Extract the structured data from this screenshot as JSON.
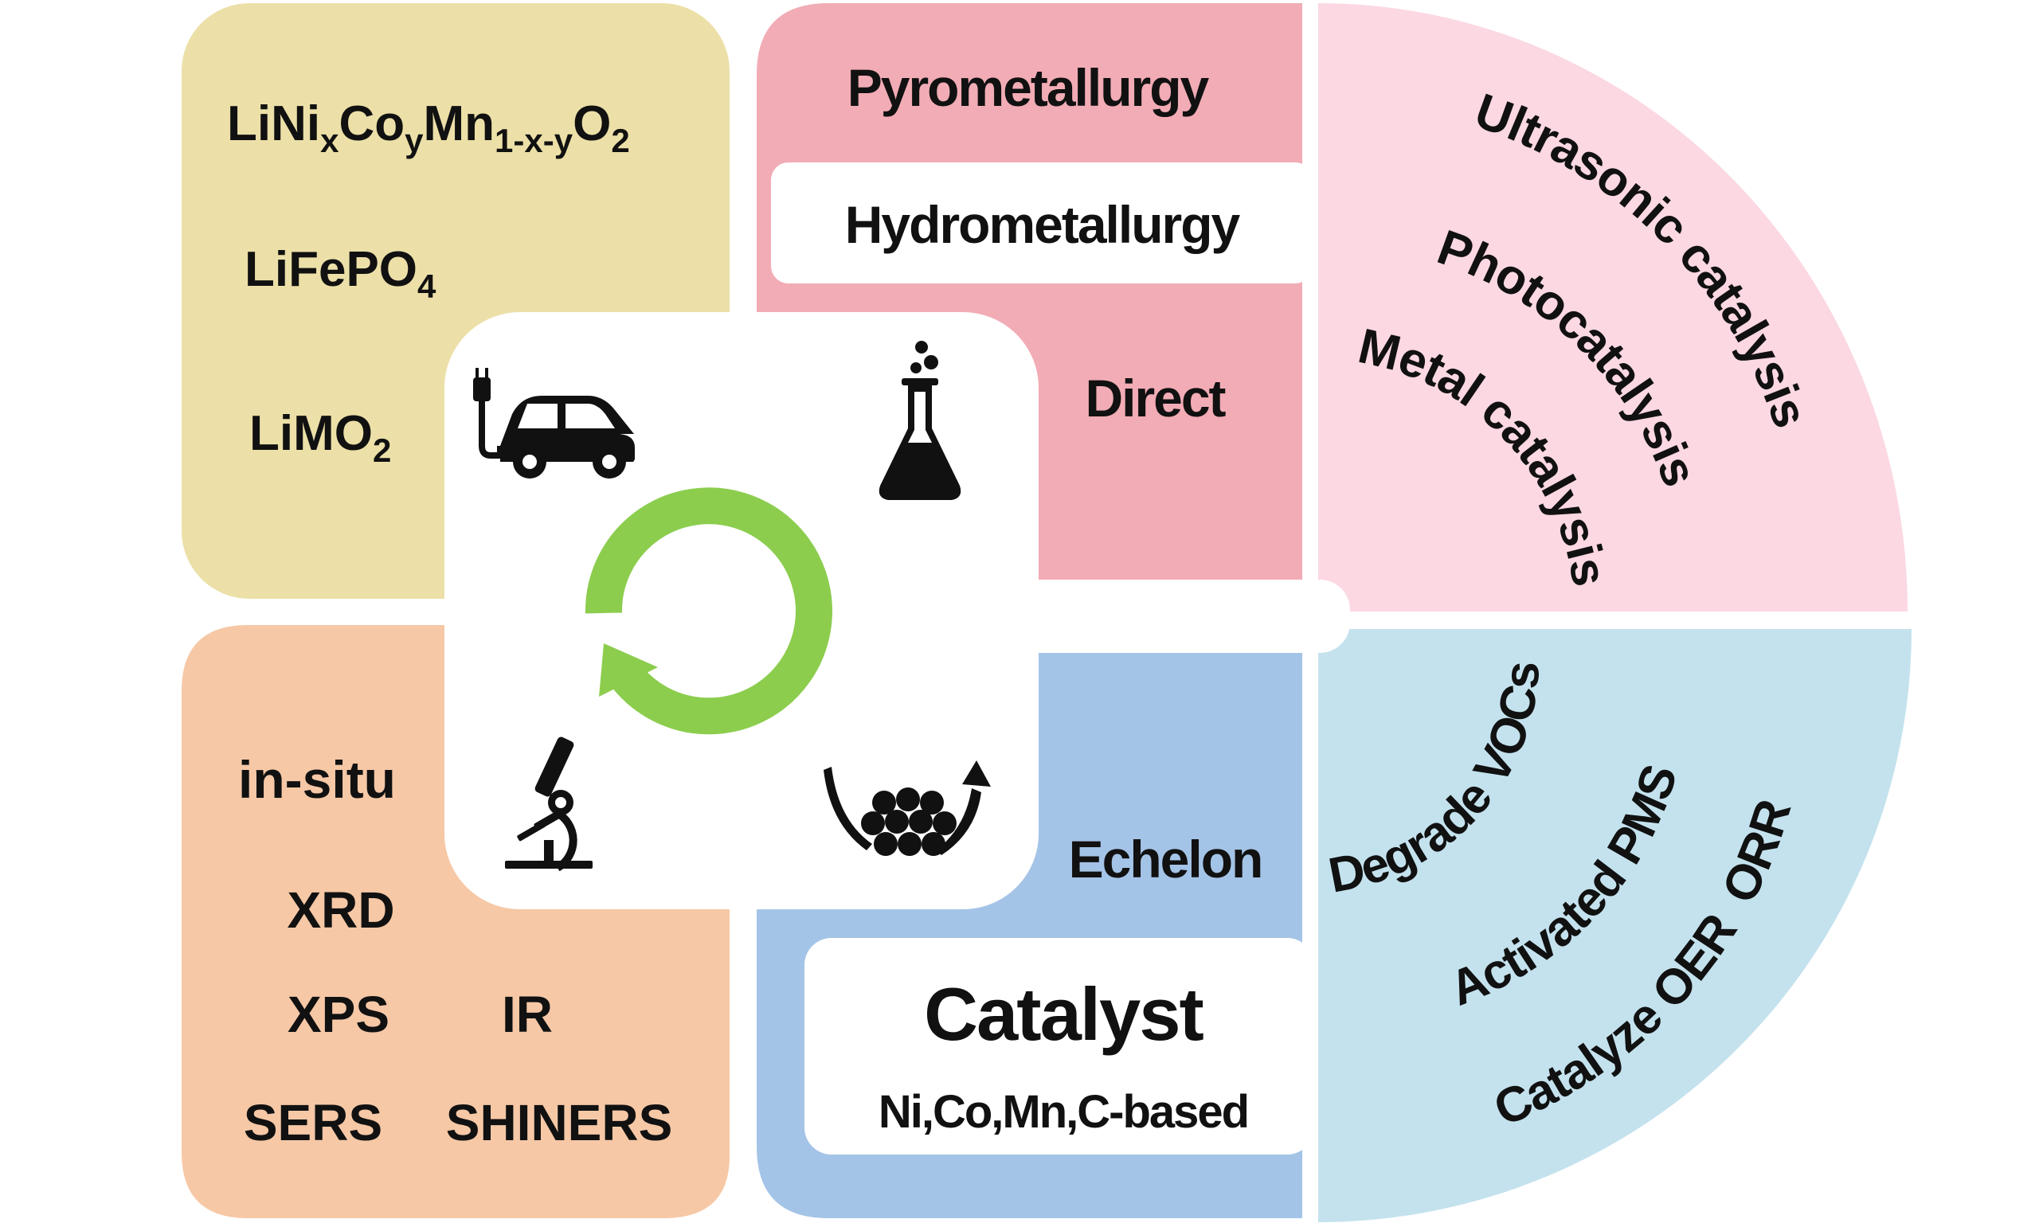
{
  "colors": {
    "cathode_panel": "#ECE0A8",
    "recycling_panel": "#F2ACB5",
    "catalysis_panel": "#FBD8E2",
    "characterization_panel": "#F6C8A6",
    "echelon_panel": "#A4C4E7",
    "application_panel": "#C4E2EE",
    "recycle_arrow": "#8CCD4E",
    "icon": "#111111",
    "card": "#FFFFFF"
  },
  "cathode_materials": {
    "nmc": {
      "base1": "LiNi",
      "sub1": "x",
      "base2": "Co",
      "sub2": "y",
      "base3": "Mn",
      "sub3": "1-x-y",
      "base4": "O",
      "sub4": "2"
    },
    "lfp": {
      "base": "LiFePO",
      "sub": "4"
    },
    "limo": {
      "base": "LiMO",
      "sub": "2"
    }
  },
  "recycling_methods": {
    "pyro": "Pyrometallurgy",
    "hydro": "Hydrometallurgy",
    "direct": "Direct"
  },
  "catalysis_types": {
    "ultrasonic": "Ultrasonic catalysis",
    "photo": "Photocatalysis",
    "metal": "Metal catalysis"
  },
  "characterization": {
    "insitu": "in-situ",
    "xrd": "XRD",
    "xps": "XPS",
    "ir": "IR",
    "sers": "SERS",
    "shiners": "SHINERS"
  },
  "reuse": {
    "echelon": "Echelon",
    "catalyst_title": "Catalyst",
    "catalyst_subtitle": "Ni,Co,Mn,C-based"
  },
  "applications": {
    "vocs": "Degrade VOCs",
    "pms": "Activated PMS",
    "oer": "Catalyze OER  ORR"
  },
  "icons": {
    "ev": "electric-car-icon",
    "lab": "flask-icon",
    "analysis": "microscope-icon",
    "reuse": "particles-bowl-icon",
    "cycle": "recycle-arrow-icon"
  }
}
